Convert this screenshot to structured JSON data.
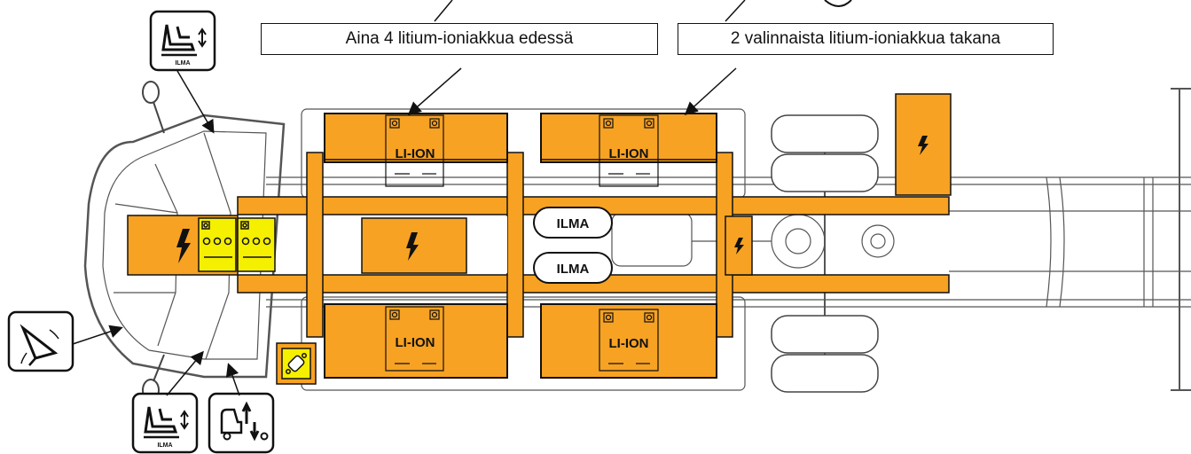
{
  "callouts": {
    "front_batteries": "Aina 4 litium-ioniakkua edessä",
    "rear_batteries": "2 valinnaista litium-ioniakkua takana"
  },
  "battery_label": "LI-ION",
  "air_label": "ILMA",
  "seat_icon_label": "ILMA",
  "colors": {
    "battery_orange": "#F7A223",
    "low_voltage_yellow": "#F5EF00",
    "outline": "#111111",
    "chassis_line": "#555555"
  },
  "icons": {
    "seat_air_top": "air-suspension-seat-icon",
    "seat_air_bottom": "air-suspension-seat-icon",
    "cab_tilt": "cab-tilt-icon",
    "horn": "horn-icon",
    "high_voltage": "lightning-bolt-icon",
    "fuse": "fuse-icon"
  }
}
